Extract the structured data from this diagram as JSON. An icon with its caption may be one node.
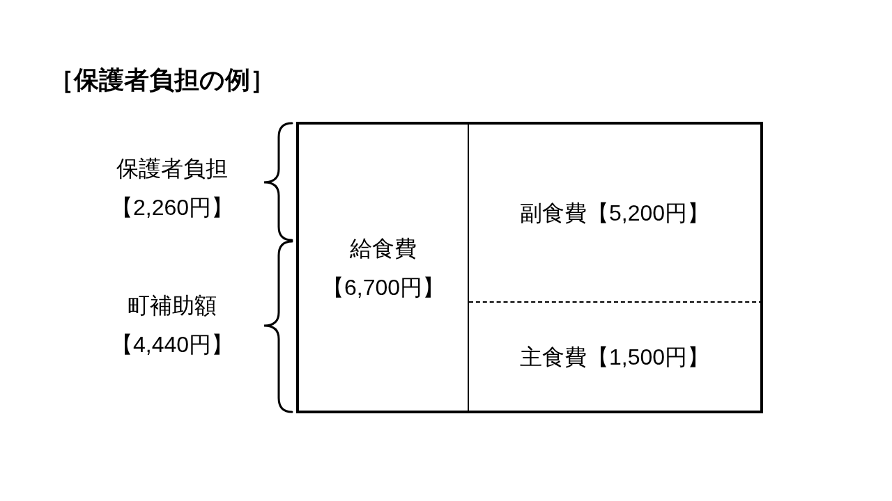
{
  "diagram": {
    "title": "［保護者負担の例］",
    "nodes": [
      {
        "text": [
          "給食費【6,700円】"
        ]
      },
      {
        "text": [
          "副食費【5,200円】"
        ]
      },
      {
        "text": [
          "主食費【1,500円】"
        ]
      }
    ],
    "labels": [
      "保護者負担【2,260円】",
      "町補助額【4,440円】"
    ]
  }
}
